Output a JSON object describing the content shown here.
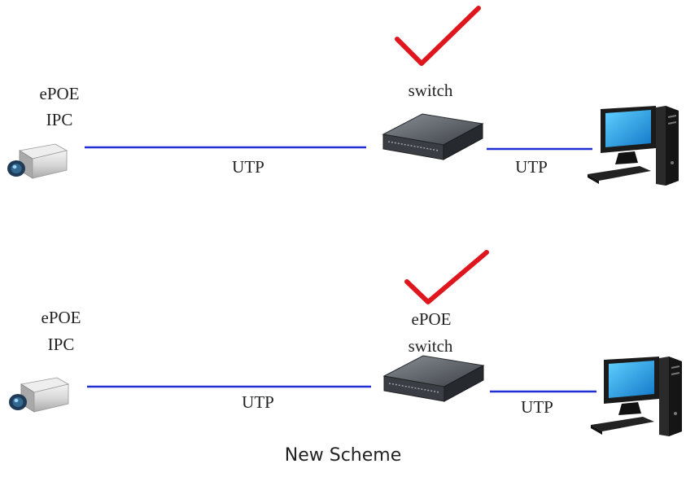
{
  "scheme_top": {
    "camera_label_line1": "ePOE",
    "camera_label_line2": "IPC",
    "switch_label": "switch",
    "cable_left_label": "UTP",
    "cable_right_label": "UTP"
  },
  "scheme_bottom": {
    "camera_label_line1": "ePOE",
    "camera_label_line2": "IPC",
    "switch_label_line1": "ePOE",
    "switch_label_line2": "switch",
    "cable_left_label": "UTP",
    "cable_right_label": "UTP"
  },
  "caption": "New Scheme",
  "colors": {
    "cable": "#1f2fd1",
    "check": "#e0161e"
  }
}
